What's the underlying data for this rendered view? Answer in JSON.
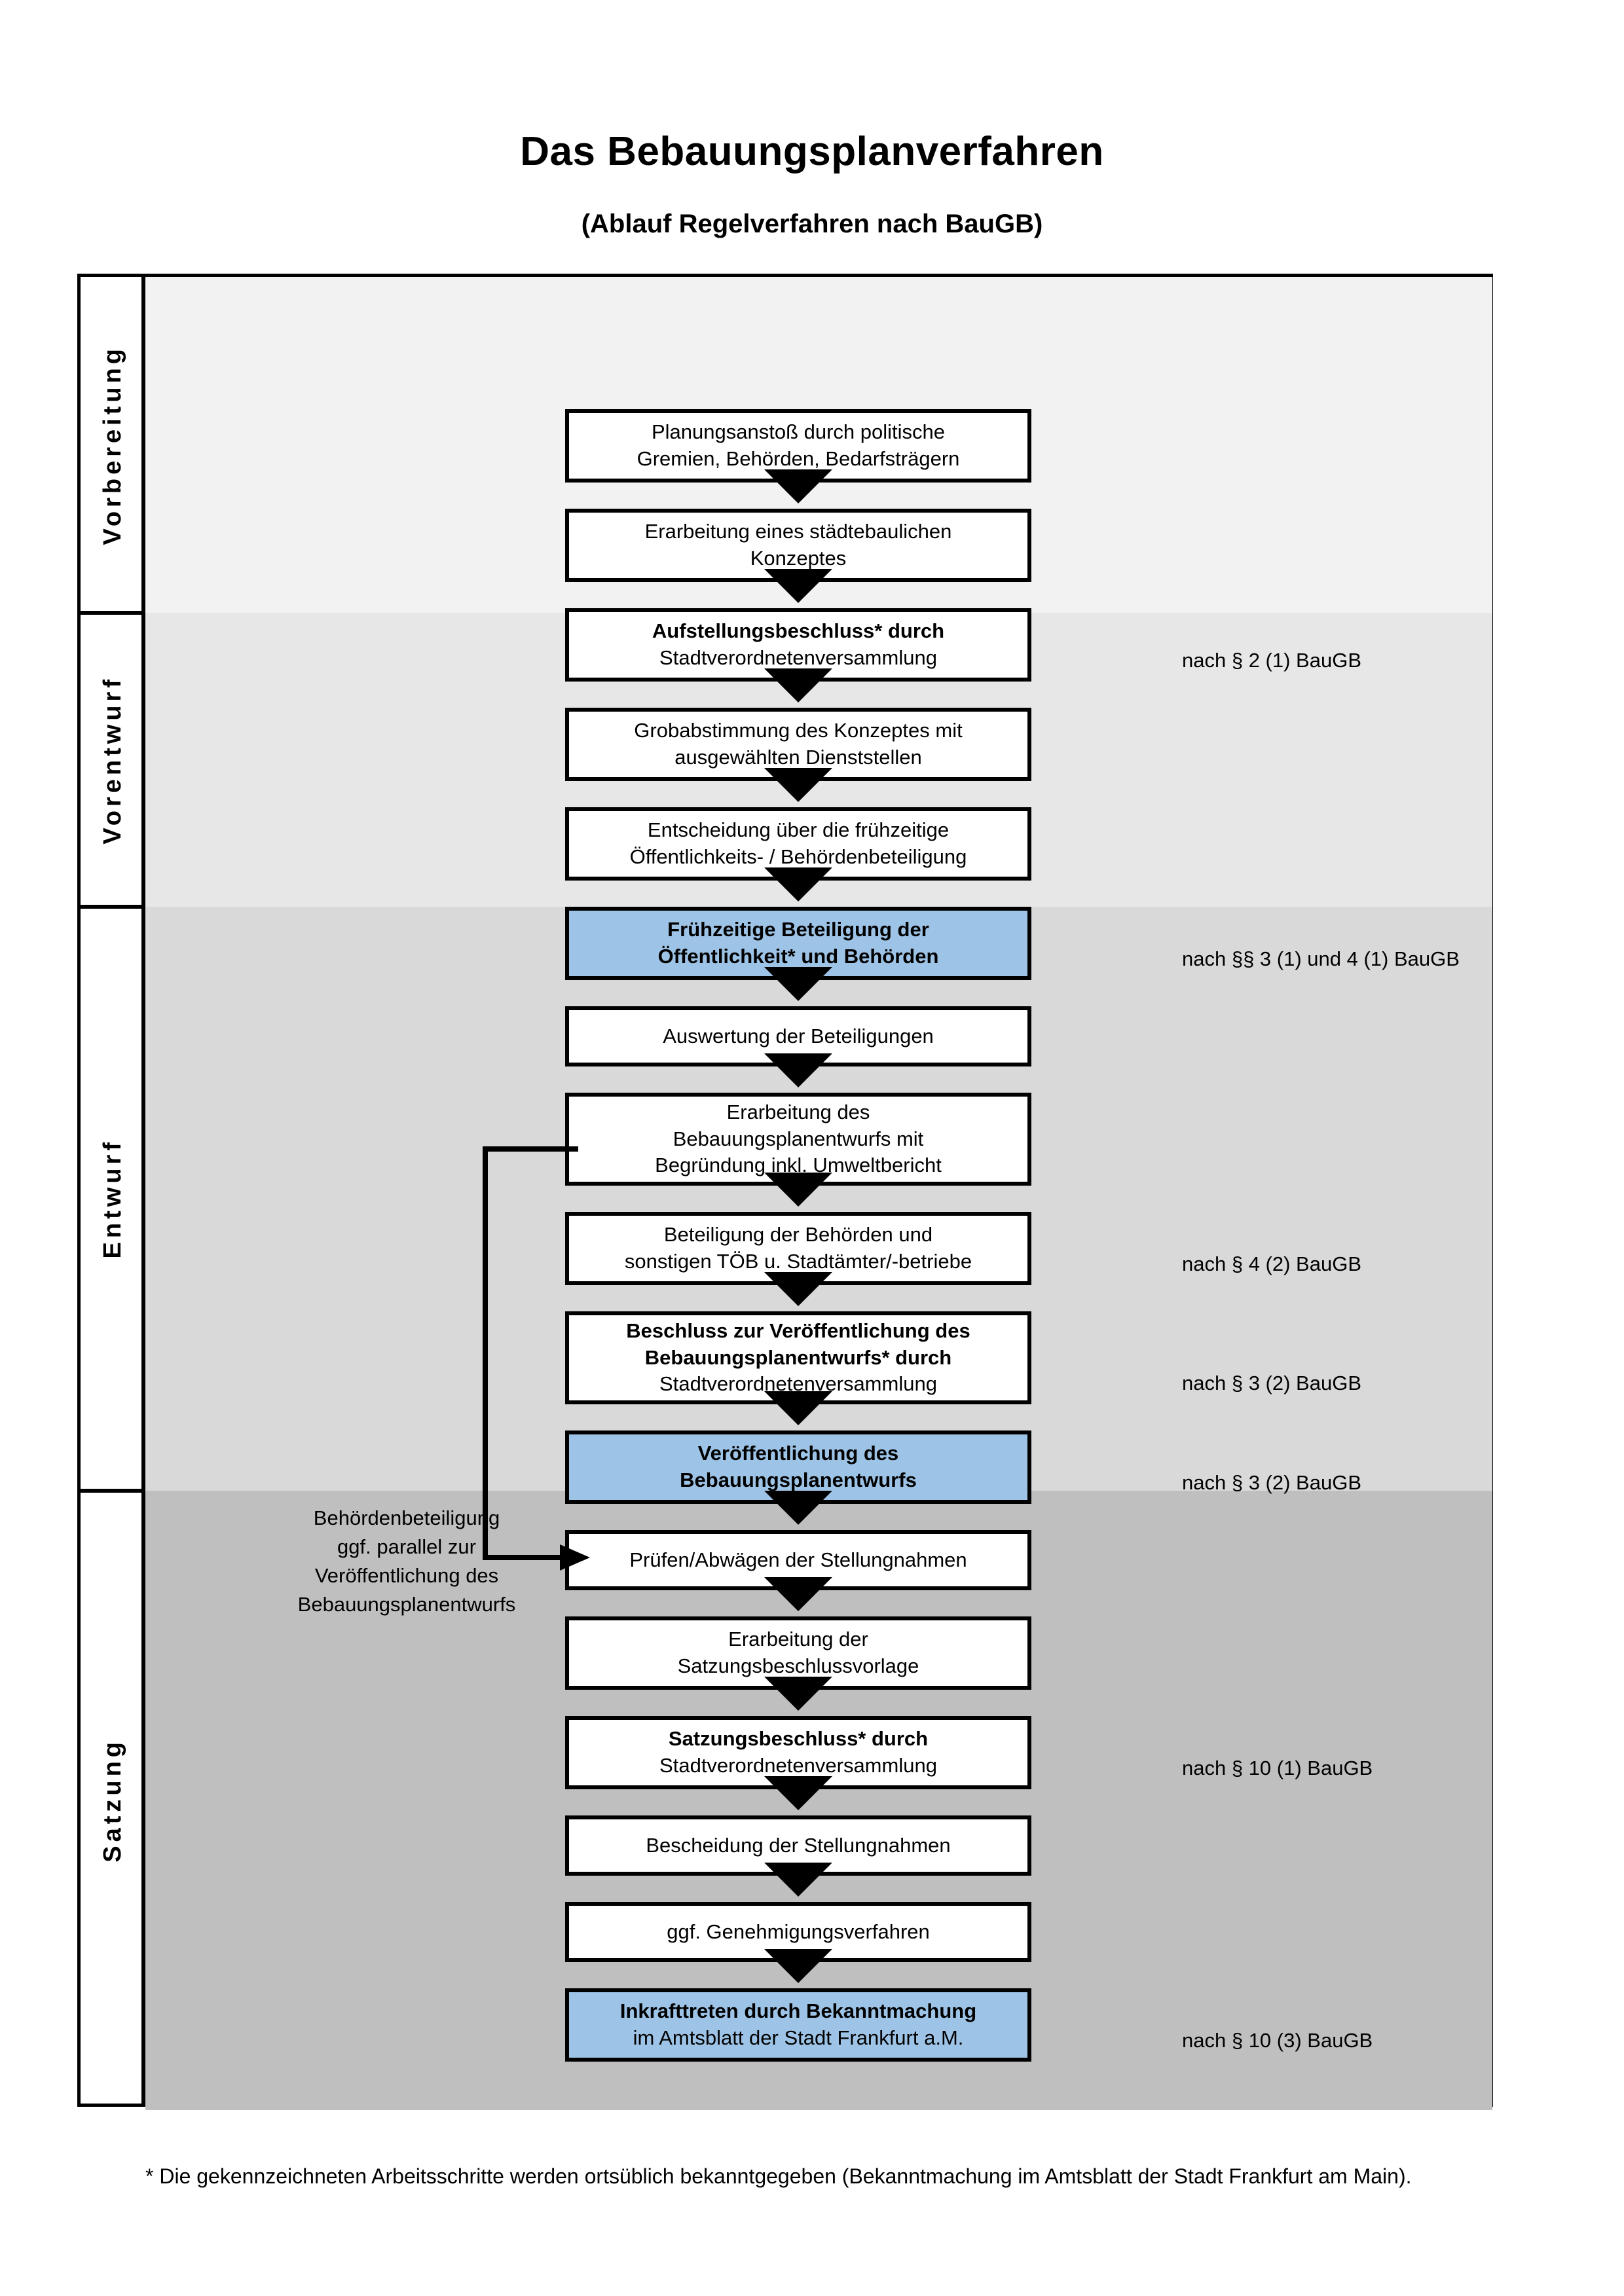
{
  "title": "Das Bebauungsplanverfahren",
  "subtitle": "(Ablauf Regelverfahren nach BauGB)",
  "colors": {
    "accent_blue": "#9DC3E6",
    "band_vorbereitung": "#F2F2F2",
    "band_vorentwurf": "#E7E7E7",
    "band_entwurf": "#D9D9D9",
    "band_satzung": "#BFBFBF",
    "frame": "#000000"
  },
  "phases": [
    {
      "label": "Vorbereitung"
    },
    {
      "label": "Vorentwurf"
    },
    {
      "label": "Entwurf"
    },
    {
      "label": "Satzung"
    }
  ],
  "steps": [
    {
      "id": "planungsanstoss",
      "highlight": false,
      "lines": [
        {
          "text": "Planungsanstoß durch politische",
          "bold": false
        },
        {
          "text": "Gremien, Behörden, Bedarfsträgern",
          "bold": false
        }
      ]
    },
    {
      "id": "konzept",
      "highlight": false,
      "lines": [
        {
          "text": "Erarbeitung eines städtebaulichen",
          "bold": false
        },
        {
          "text": "Konzeptes",
          "bold": false
        }
      ]
    },
    {
      "id": "aufstellungsbeschluss",
      "highlight": false,
      "lines": [
        {
          "text": "Aufstellungsbeschluss* durch",
          "bold": true
        },
        {
          "text": "Stadtverordnetenversammlung",
          "bold": false
        }
      ]
    },
    {
      "id": "grobabstimmung",
      "highlight": false,
      "lines": [
        {
          "text": "Grobabstimmung des Konzeptes mit",
          "bold": false
        },
        {
          "text": "ausgewählten Dienststellen",
          "bold": false
        }
      ]
    },
    {
      "id": "entscheidung-fruehzeitige",
      "highlight": false,
      "lines": [
        {
          "text": "Entscheidung über die frühzeitige",
          "bold": false
        },
        {
          "text": "Öffentlichkeits- / Behördenbeteiligung",
          "bold": false
        }
      ]
    },
    {
      "id": "fruehzeitige-beteiligung",
      "highlight": true,
      "lines": [
        {
          "text": "Frühzeitige Beteiligung der",
          "bold": true
        },
        {
          "text": "Öffentlichkeit* und Behörden",
          "bold": true
        }
      ]
    },
    {
      "id": "auswertung",
      "highlight": false,
      "lines": [
        {
          "text": "Auswertung der Beteiligungen",
          "bold": false
        }
      ]
    },
    {
      "id": "erarbeitung-entwurf",
      "highlight": false,
      "lines": [
        {
          "text": "Erarbeitung des",
          "bold": false
        },
        {
          "text": "Bebauungsplanentwurfs mit",
          "bold": false
        },
        {
          "text": "Begründung inkl. Umweltbericht",
          "bold": false
        }
      ]
    },
    {
      "id": "beteiligung-behoerden",
      "highlight": false,
      "lines": [
        {
          "text": "Beteiligung der Behörden und",
          "bold": false
        },
        {
          "text": "sonstigen TÖB u. Stadtämter/-betriebe",
          "bold": false
        }
      ]
    },
    {
      "id": "beschluss-veroeffentlichung",
      "highlight": false,
      "lines": [
        {
          "text": "Beschluss zur Veröffentlichung des",
          "bold": true
        },
        {
          "text": "Bebauungsplanentwurfs* durch",
          "bold": true
        },
        {
          "text": "Stadtverordnetenversammlung",
          "bold": false
        }
      ]
    },
    {
      "id": "veroeffentlichung",
      "highlight": true,
      "lines": [
        {
          "text": "Veröffentlichung des",
          "bold": true
        },
        {
          "text": "Bebauungsplanentwurfs",
          "bold": true
        }
      ]
    },
    {
      "id": "pruefen-abwaegen",
      "highlight": false,
      "lines": [
        {
          "text": "Prüfen/Abwägen der Stellungnahmen",
          "bold": false
        }
      ]
    },
    {
      "id": "satzungsbeschlussvorlage",
      "highlight": false,
      "lines": [
        {
          "text": "Erarbeitung der",
          "bold": false
        },
        {
          "text": "Satzungsbeschlussvorlage",
          "bold": false
        }
      ]
    },
    {
      "id": "satzungsbeschluss",
      "highlight": false,
      "lines": [
        {
          "text": "Satzungsbeschluss* durch",
          "bold": true
        },
        {
          "text": "Stadtverordnetenversammlung",
          "bold": false
        }
      ]
    },
    {
      "id": "bescheidung",
      "highlight": false,
      "lines": [
        {
          "text": "Bescheidung der Stellungnahmen",
          "bold": false
        }
      ]
    },
    {
      "id": "genehmigungsverfahren",
      "highlight": false,
      "lines": [
        {
          "text": "ggf. Genehmigungsverfahren",
          "bold": false
        }
      ]
    },
    {
      "id": "inkrafttreten",
      "highlight": true,
      "lines": [
        {
          "text": "Inkrafttreten durch Bekanntmachung",
          "bold": true
        },
        {
          "text": "im Amtsblatt der Stadt Frankfurt a.M.",
          "bold": false
        }
      ]
    }
  ],
  "legal_refs": [
    {
      "id": "ref-par2-1",
      "text": "nach § 2 (1) BauGB"
    },
    {
      "id": "ref-par3-1-4-1",
      "text": "nach §§ 3 (1) und 4 (1) BauGB"
    },
    {
      "id": "ref-par4-2",
      "text": "nach § 4 (2) BauGB"
    },
    {
      "id": "ref-par3-2-a",
      "text": "nach § 3 (2) BauGB"
    },
    {
      "id": "ref-par3-2-b",
      "text": "nach § 3 (2) BauGB"
    },
    {
      "id": "ref-par10-1",
      "text": "nach § 10 (1) BauGB"
    },
    {
      "id": "ref-par10-3",
      "text": "nach § 10 (3) BauGB"
    }
  ],
  "sidenote": {
    "lines": [
      "Behördenbeteiligung",
      "ggf. parallel zur",
      "Veröffentlichung des",
      "Bebauungsplanentwurfs"
    ]
  },
  "footnote": "* Die gekennzeichneten Arbeitsschritte werden ortsüblich bekanntgegeben (Bekanntmachung im Amtsblatt  der Stadt Frankfurt am Main)."
}
